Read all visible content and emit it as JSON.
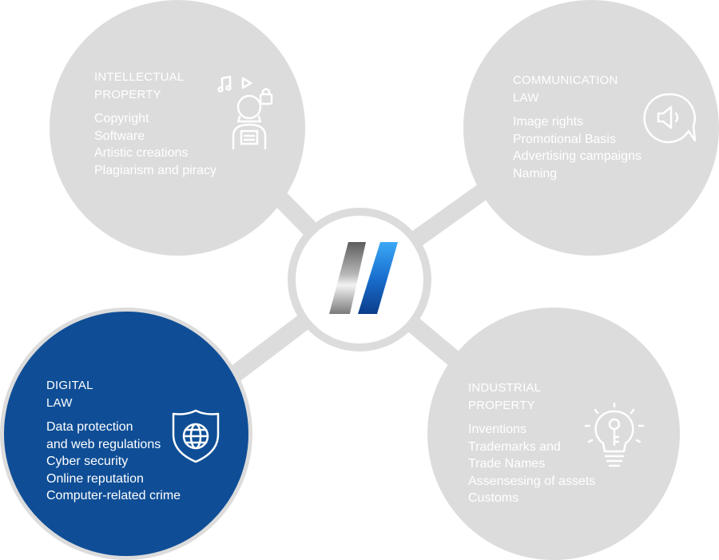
{
  "colors": {
    "circle_gray": "#dcdcdc",
    "highlight_blue": "#0f4e96",
    "text": "#ffffff",
    "logo_blue": "#1a6fcf",
    "logo_gray": "#8a8a8a"
  },
  "center": {
    "logo_icon": "center-logo-icon"
  },
  "nodes": [
    {
      "id": "intellectual",
      "title_line1": "INTELLECTUAL",
      "title_line2": "PROPERTY",
      "items": [
        "Copyright",
        "Software",
        "Artistic creations",
        "Plagiarism and piracy"
      ],
      "icon": "creator-person-icon"
    },
    {
      "id": "communication",
      "title_line1": "COMMUNICATION",
      "title_line2": "LAW",
      "items": [
        "Image rights",
        "Promotional Basis",
        "Advertising campaigns",
        "Naming"
      ],
      "icon": "speaker-bubble-icon"
    },
    {
      "id": "digital",
      "title_line1": "DIGITAL",
      "title_line2": "LAW",
      "items": [
        "Data protection",
        "and web regulations",
        "Cyber security",
        "Online reputation",
        "Computer-related crime"
      ],
      "icon": "globe-shield-icon",
      "highlighted": true
    },
    {
      "id": "industrial",
      "title_line1": "INDUSTRIAL",
      "title_line2": "PROPERTY",
      "items": [
        "Inventions",
        "Trademarks and",
        "Trade Names",
        "Assensesing of assets",
        "Customs"
      ],
      "icon": "lightbulb-key-icon"
    }
  ]
}
